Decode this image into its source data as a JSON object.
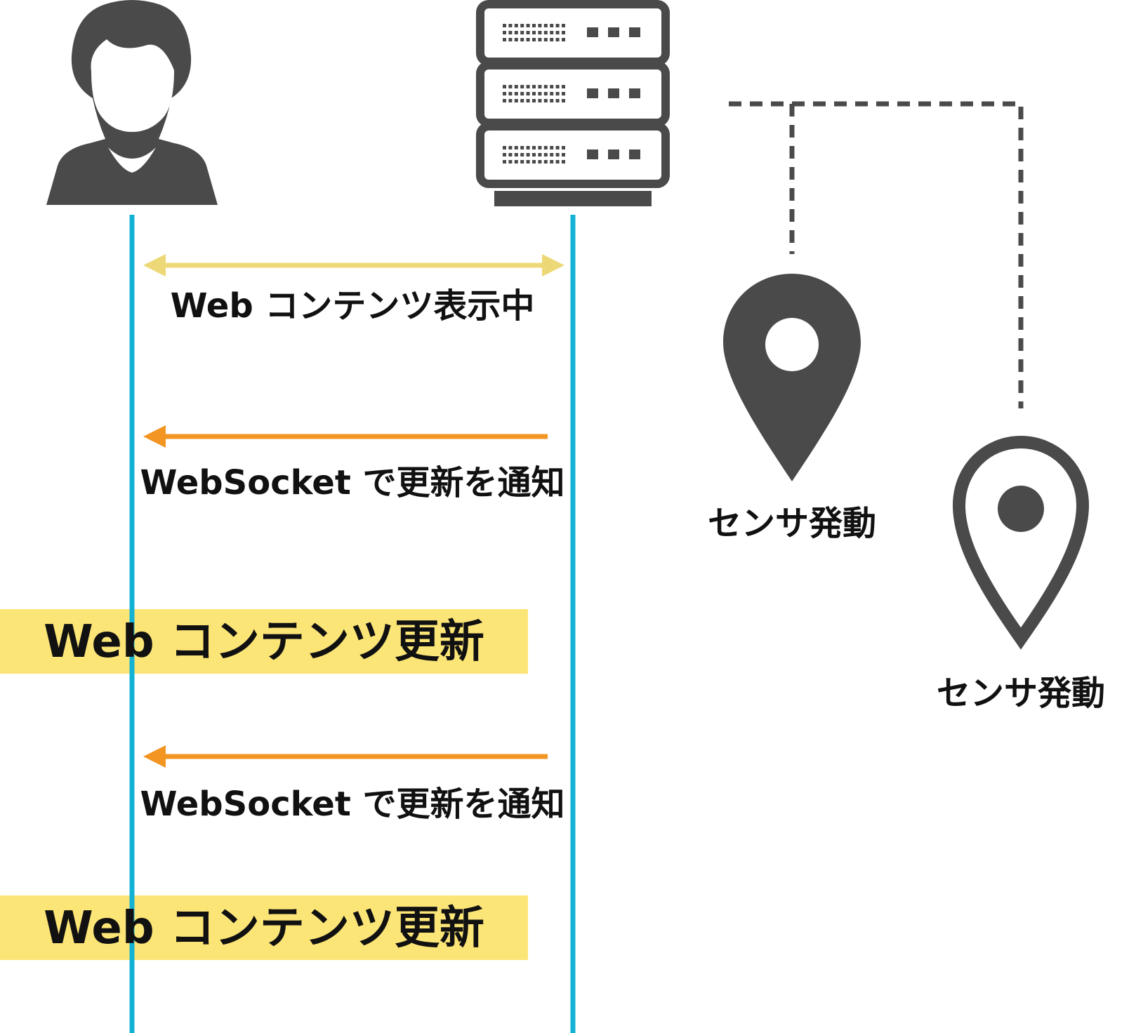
{
  "actors": {
    "user": {
      "icon": "person-icon"
    },
    "server": {
      "icon": "server-rack-icon"
    }
  },
  "messages": [
    {
      "label": "Web コンテンツ表示中",
      "direction": "both",
      "color": "#EDD877"
    },
    {
      "label": "WebSocket で更新を通知",
      "direction": "to-user",
      "color": "#F39522"
    },
    {
      "label": "WebSocket で更新を通知",
      "direction": "to-user",
      "color": "#F39522"
    }
  ],
  "updates": [
    {
      "label": "Web コンテンツ更新",
      "color": "#FCE577"
    },
    {
      "label": "Web コンテンツ更新",
      "color": "#FCE577"
    }
  ],
  "sensors": [
    {
      "label": "センサ発動",
      "icon": "map-pin-filled-icon"
    },
    {
      "label": "センサ発動",
      "icon": "map-pin-outline-icon"
    }
  ],
  "colors": {
    "lifeline": "#12B2D4",
    "icon": "#4A4A4A",
    "connector": "#4A4A4A"
  }
}
